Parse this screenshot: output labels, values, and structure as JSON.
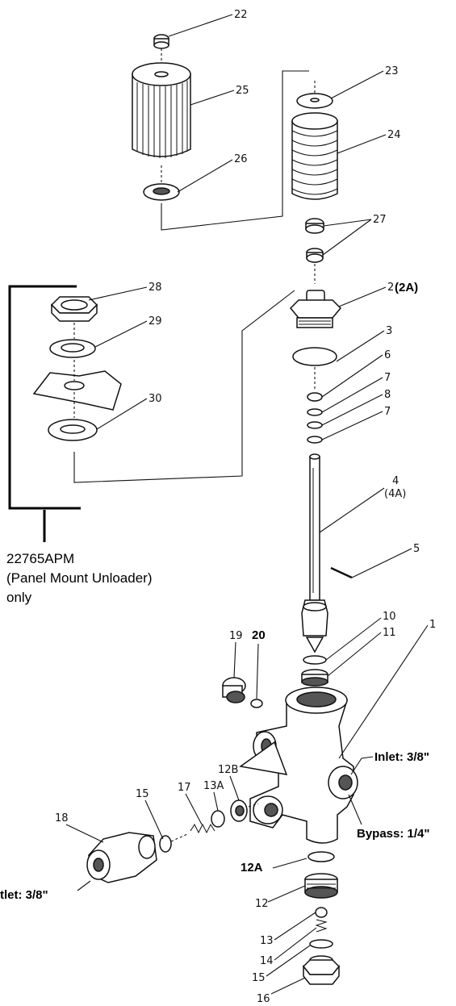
{
  "callouts": {
    "c22": "22",
    "c23": "23",
    "c24": "24",
    "c25": "25",
    "c26": "26",
    "c27": "27",
    "c28": "28",
    "c29": "29",
    "c30": "30",
    "c2": "2",
    "c2a": "(2A)",
    "c3": "3",
    "c6": "6",
    "c7a": "7",
    "c8": "8",
    "c7b": "7",
    "c4": "4",
    "c4a": "(4A)",
    "c5": "5",
    "c10": "10",
    "c11": "11",
    "c1": "1",
    "c19": "19",
    "c20": "20",
    "c12b": "12B",
    "c13a": "13A",
    "c17": "17",
    "c15a": "15",
    "c18": "18",
    "c12a": "12A",
    "c12": "12",
    "c13": "13",
    "c14": "14",
    "c15b": "15",
    "c16": "16"
  },
  "ports": {
    "inlet": "Inlet: 3/8\"",
    "bypass": "Bypass: 1/4\"",
    "outlet": "tlet: 3/8\""
  },
  "panel_mount": {
    "part_number": "22765APM",
    "description": "(Panel Mount Unloader)",
    "note": "only"
  }
}
